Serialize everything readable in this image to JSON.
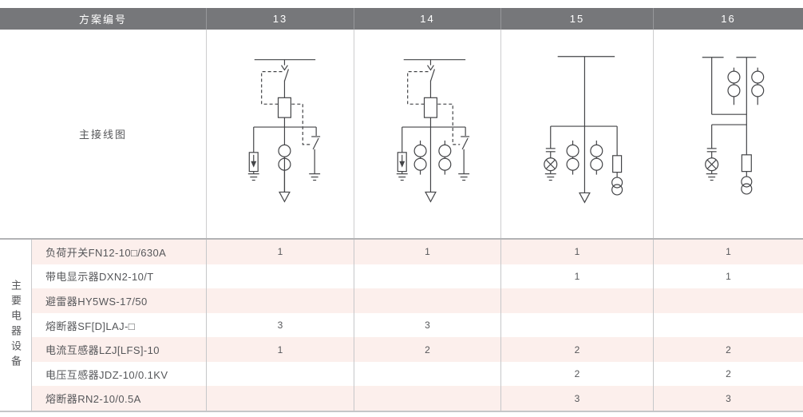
{
  "header": {
    "scheme_label": "方案编号",
    "schemes": [
      "13",
      "14",
      "15",
      "16"
    ]
  },
  "diagram_row": {
    "label": "主接线图",
    "diagrams": [
      {
        "scheme": "13",
        "symbols": [
          "busbar",
          "incoming-arrow",
          "load-break-switch",
          "interlock-dashed-link",
          "fuse",
          "surge-arrester-with-ground",
          "current-transformer",
          "earthing-switch-with-ground",
          "outgoing-feeder-arrow"
        ]
      },
      {
        "scheme": "14",
        "symbols": [
          "busbar",
          "incoming-arrow",
          "load-break-switch",
          "interlock-dashed-link",
          "fuse",
          "surge-arrester-with-ground",
          "current-transformer",
          "current-transformer",
          "earthing-switch-with-ground",
          "outgoing-feeder-arrow"
        ]
      },
      {
        "scheme": "15",
        "symbols": [
          "busbar",
          "live-display-device-with-ground",
          "current-transformer",
          "current-transformer",
          "outgoing-feeder-arrow",
          "fuse",
          "voltage-transformer"
        ]
      },
      {
        "scheme": "16",
        "symbols": [
          "busbar",
          "busbar",
          "current-transformer",
          "current-transformer",
          "live-display-device-with-ground",
          "fuse",
          "voltage-transformer"
        ]
      }
    ]
  },
  "equipment": {
    "group_label": "主要电器设备",
    "rows": [
      {
        "name": "负荷开关FN12-10□/630A",
        "values": [
          "1",
          "1",
          "1",
          "1"
        ]
      },
      {
        "name": "带电显示器DXN2-10/T",
        "values": [
          "",
          "",
          "1",
          "1"
        ]
      },
      {
        "name": "避雷器HY5WS-17/50",
        "values": [
          "",
          "",
          "",
          ""
        ]
      },
      {
        "name": "熔断器SF[D]LAJ-□",
        "values": [
          "3",
          "3",
          "",
          ""
        ]
      },
      {
        "name": "电流互感器LZJ[LFS]-10",
        "values": [
          "1",
          "2",
          "2",
          "2"
        ]
      },
      {
        "name": "电压互感器JDZ-10/0.1KV",
        "values": [
          "",
          "",
          "2",
          "2"
        ]
      },
      {
        "name": "熔断器RN2-10/0.5A",
        "values": [
          "",
          "",
          "3",
          "3"
        ]
      }
    ]
  },
  "colors": {
    "header_bg": "#76777a",
    "header_text": "#ffffff",
    "row_pink": "#fcefec",
    "text_dark": "#56575a",
    "divider": "#c6c7c9",
    "heavy_border": "#b2b3b5",
    "diagram_line": "#434447"
  }
}
